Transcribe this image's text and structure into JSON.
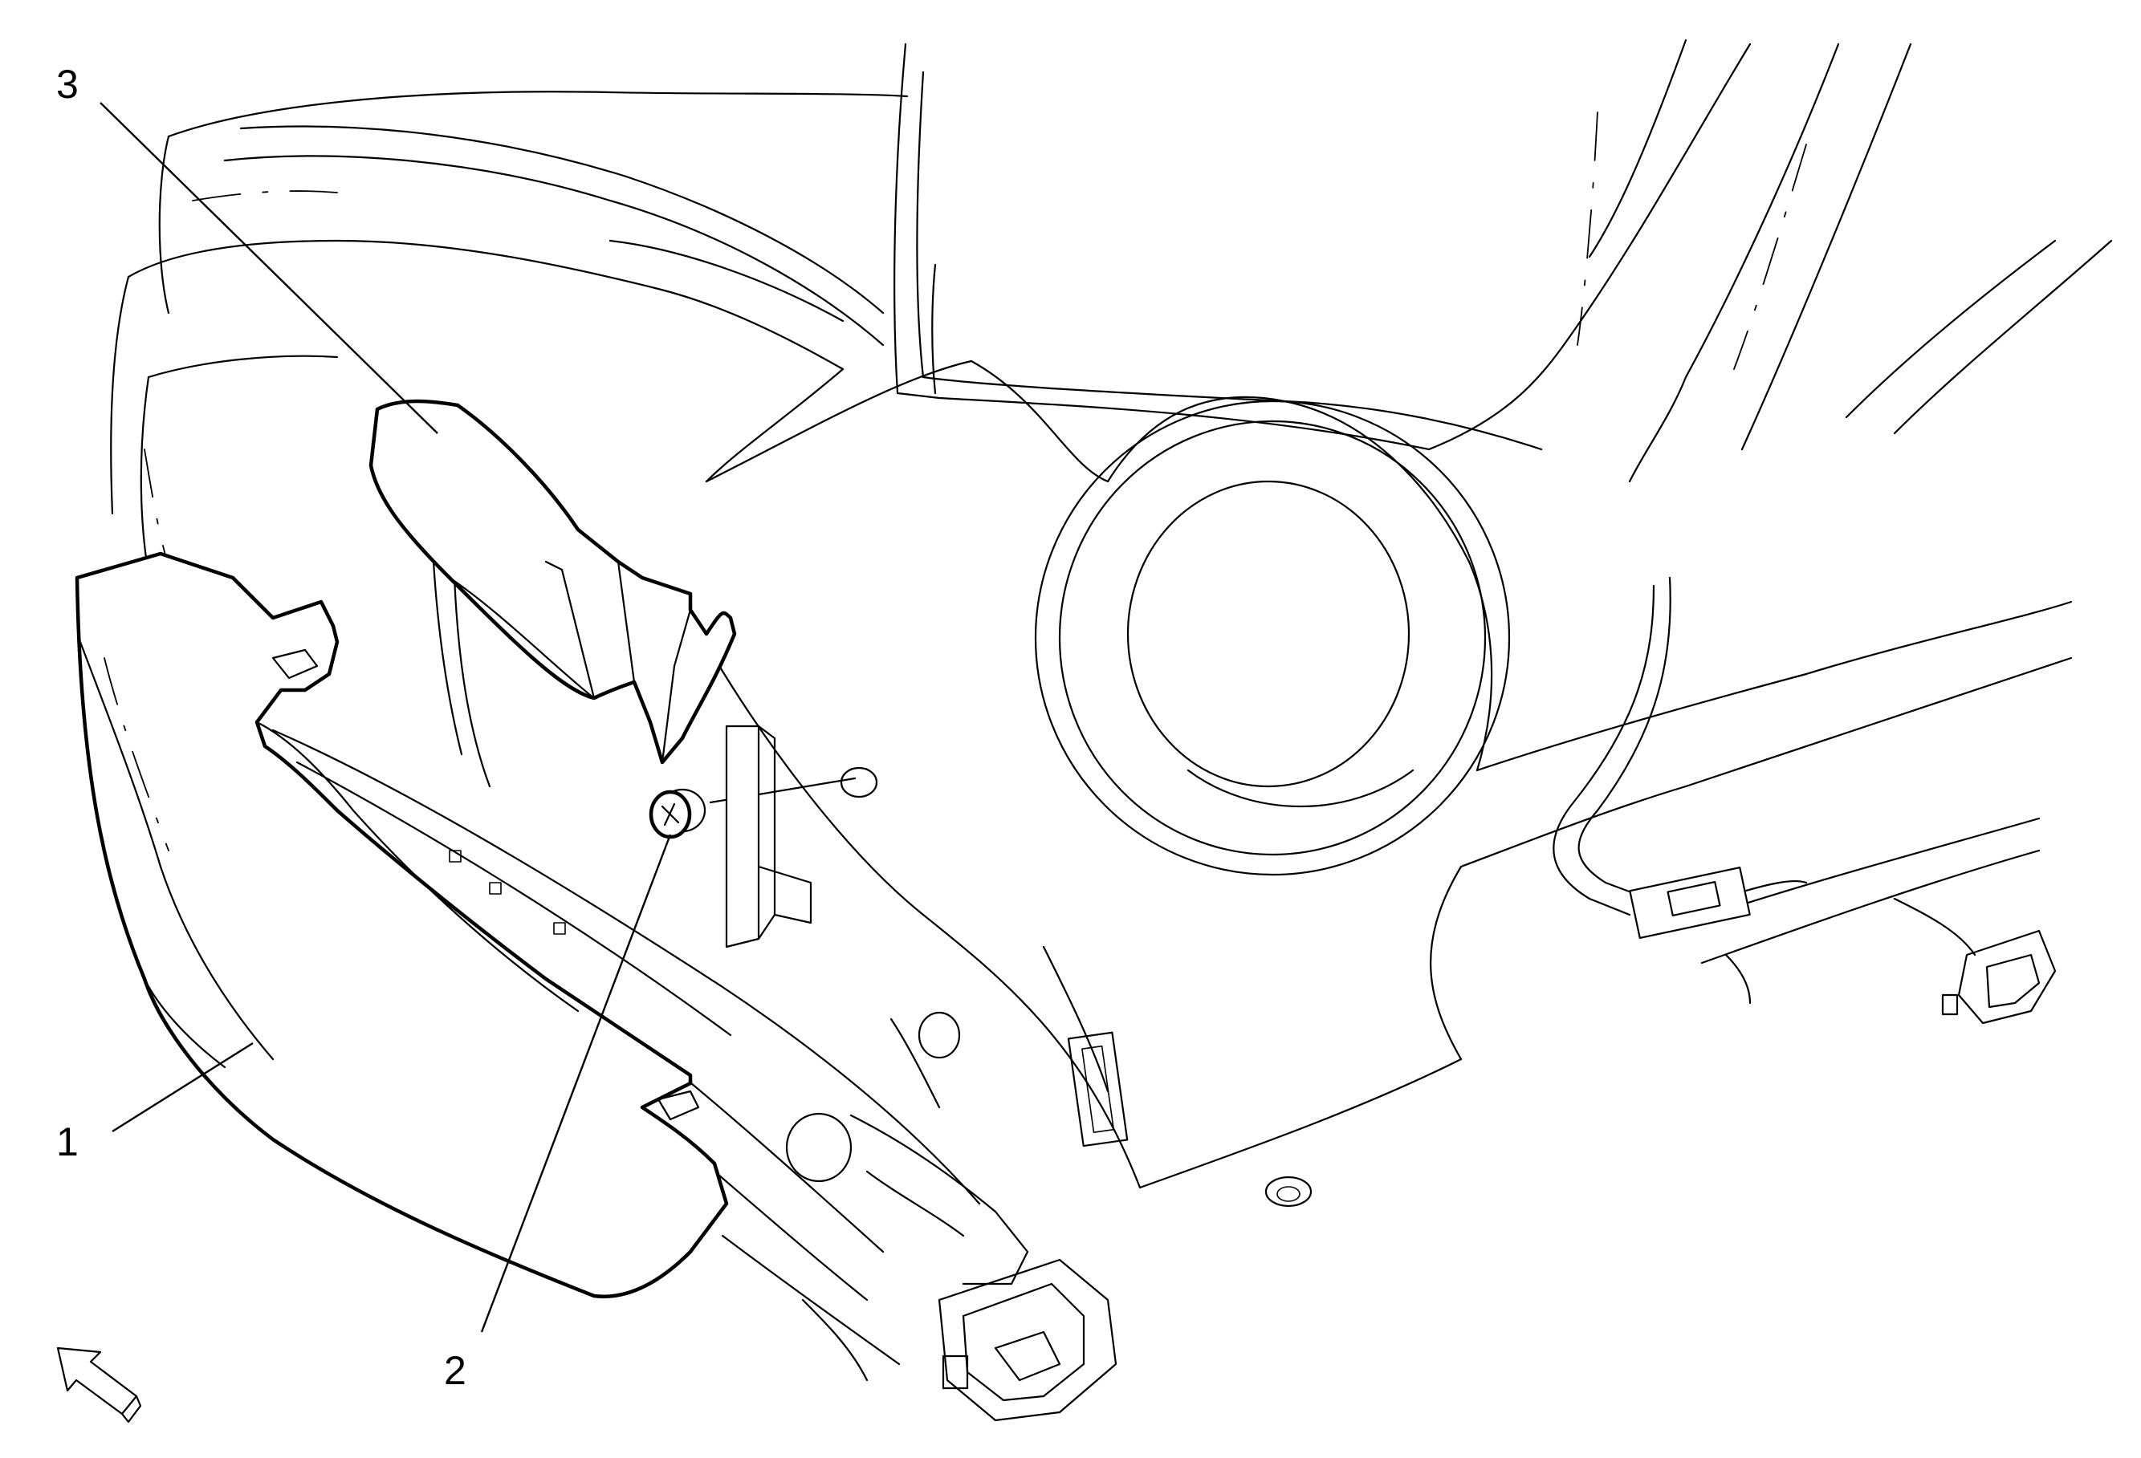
{
  "callouts": [
    {
      "id": "1",
      "text": "1"
    },
    {
      "id": "2",
      "text": "2"
    },
    {
      "id": "3",
      "text": "3"
    }
  ],
  "icons": {
    "view_direction": "view-direction-arrow-icon"
  }
}
